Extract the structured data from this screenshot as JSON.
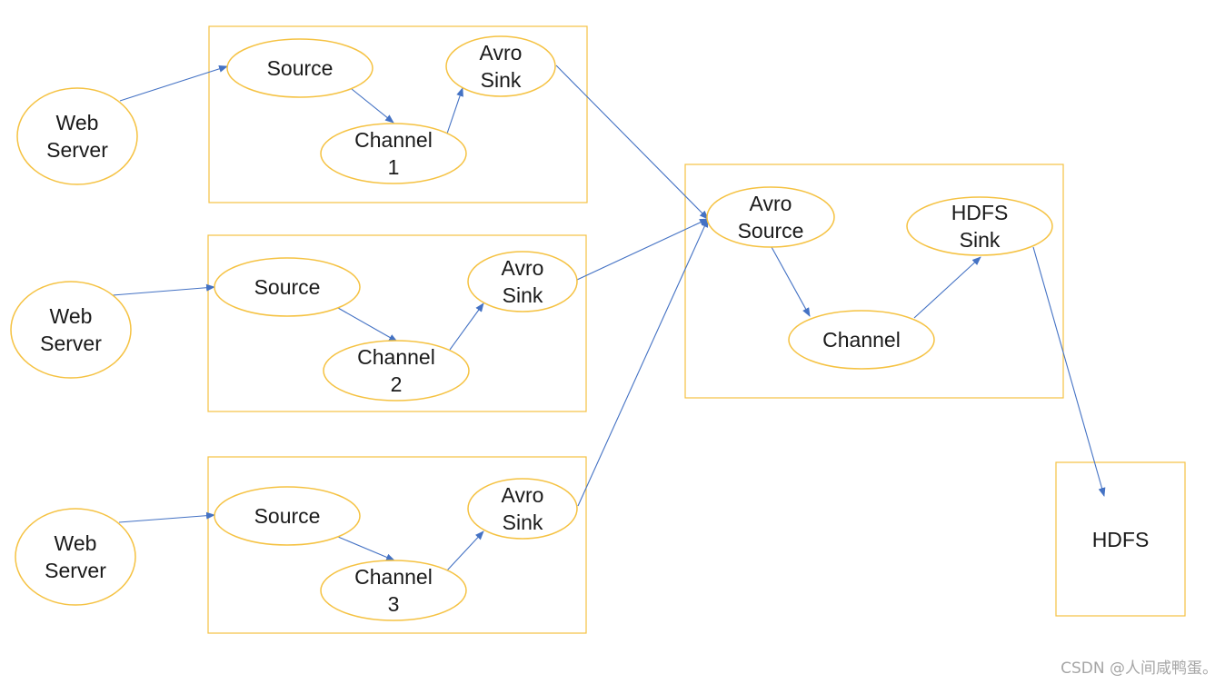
{
  "colors": {
    "box": "#f5c242",
    "node": "#f5c242",
    "edge": "#4472c4",
    "text": "#1a1a1a"
  },
  "nodes": {
    "web_server_1": "Web Server",
    "web_server_2": "Web Server",
    "web_server_3": "Web Server",
    "source_1": "Source",
    "source_2": "Source",
    "source_3": "Source",
    "channel_1": "Channel 1",
    "channel_2": "Channel 2",
    "channel_3": "Channel 3",
    "avro_sink_1": "Avro Sink",
    "avro_sink_2": "Avro Sink",
    "avro_sink_3": "Avro Sink",
    "avro_source": "Avro Source",
    "channel_agg": "Channel",
    "hdfs_sink": "HDFS Sink",
    "hdfs": "HDFS"
  },
  "edges": [
    [
      "web_server_1",
      "source_1"
    ],
    [
      "source_1",
      "channel_1"
    ],
    [
      "channel_1",
      "avro_sink_1"
    ],
    [
      "avro_sink_1",
      "avro_source"
    ],
    [
      "web_server_2",
      "source_2"
    ],
    [
      "source_2",
      "channel_2"
    ],
    [
      "channel_2",
      "avro_sink_2"
    ],
    [
      "avro_sink_2",
      "avro_source"
    ],
    [
      "web_server_3",
      "source_3"
    ],
    [
      "source_3",
      "channel_3"
    ],
    [
      "channel_3",
      "avro_sink_3"
    ],
    [
      "avro_sink_3",
      "avro_source"
    ],
    [
      "avro_source",
      "channel_agg"
    ],
    [
      "channel_agg",
      "hdfs_sink"
    ],
    [
      "hdfs_sink",
      "hdfs"
    ]
  ],
  "watermark": "CSDN @人间咸鸭蛋。"
}
